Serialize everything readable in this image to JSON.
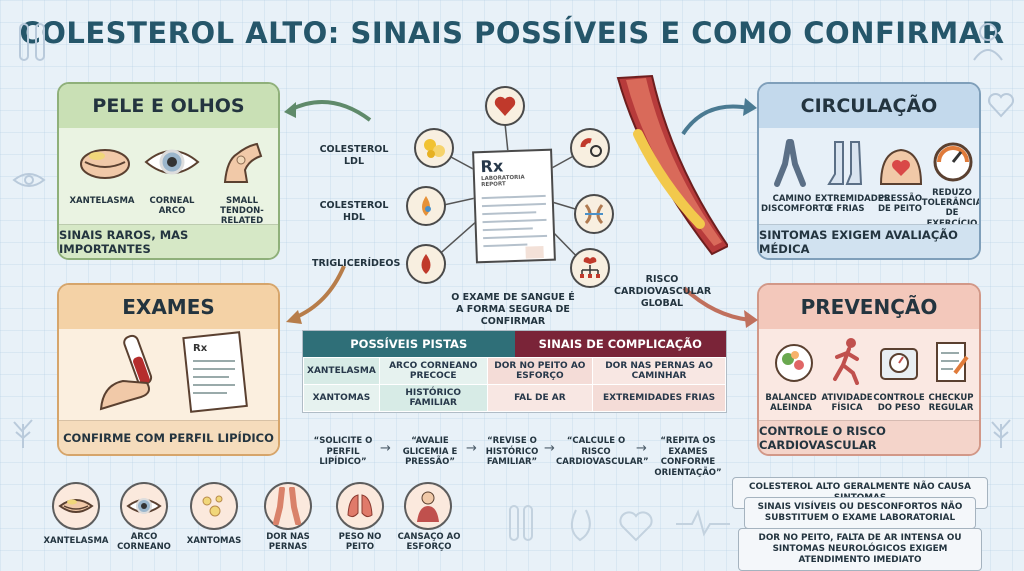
{
  "title": "COLESTEROL ALTO: SINAIS POSSÍVEIS E COMO CONFIRMAR",
  "skin": {
    "heading": "PELE E OLHOS",
    "items": [
      "XANTELASMA",
      "CORNEAL ARCO",
      "SMALL TENDON-RELATED NODULES"
    ],
    "footer": "SINAIS RAROS, MAS IMPORTANTES"
  },
  "circulation": {
    "heading": "CIRCULAÇÃO",
    "items": [
      "CAMINO DISCOMFORTO",
      "EXTREMIDADES E FRIAS",
      "PRESSÃO DE PEITO",
      "REDUZO TOLERÂNCIA DE EXERCÍCIO"
    ],
    "footer": "SINTOMAS EXIGEM AVALIAÇÃO MÉDICA"
  },
  "exams": {
    "heading": "EXAMES",
    "footer": "CONFIRME COM PERFIL LIPÍDICO"
  },
  "prevention": {
    "heading": "PREVENÇÃO",
    "items": [
      "BALANCED ALEINDA",
      "ATIVIDADE FÍSICA",
      "CONTROLE DO PESO",
      "CHECKUP REGULAR"
    ],
    "footer": "CONTROLE O RISCO CARDIOVASCULAR"
  },
  "center": {
    "labels": [
      "COLESTEROL LDL",
      "COLESTEROL HDL",
      "TRIGLICERÍDEOS",
      "RISCO CARDIOVASCULAR GLOBAL"
    ],
    "caption": "O EXAME DE SANGUE É A FORMA SEGURA DE CONFIRMAR",
    "rx": "Rx",
    "report": "LABORATORIA REPORT"
  },
  "table": {
    "headers": [
      "POSSÍVEIS PISTAS",
      "SINAIS DE COMPLICAÇÃO"
    ],
    "rows": [
      [
        "XANTELASMA",
        "ARCO CORNEANO PRECOCE",
        "DOR NO PEITO AO ESFORÇO",
        "DOR NAS PERNAS AO CAMINHAR"
      ],
      [
        "XANTOMAS",
        "HISTÓRICO FAMILIAR",
        "FAL DE AR",
        "EXTREMIDADES FRIAS"
      ]
    ]
  },
  "steps": [
    "“SOLICITE O PERFIL LIPÍDICO”",
    "“AVALIE GLICEMIA E PRESSÃO”",
    "“REVISE O HISTÓRICO FAMILIAR”",
    "“CALCULE O RISCO CARDIOVASCULAR”",
    "“REPITA OS EXAMES CONFORME ORIENTAÇÃO”"
  ],
  "bottom_icons": [
    "XANTELASMA",
    "ARCO CORNEANO",
    "XANTOMAS",
    "DOR NAS PERNAS",
    "PESO NO PEITO",
    "CANSAÇO AO ESFORÇO"
  ],
  "notes": [
    "COLESTEROL ALTO GERALMENTE NÃO CAUSA SINTOMAS",
    "SINAIS VISÍVEIS OU DESCONFORTOS NÃO SUBSTITUEM O EXAME LABORATORIAL",
    "DOR NO PEITO, FALTA DE AR INTENSA OU SINTOMAS NEUROLÓGICOS EXIGEM ATENDIMENTO IMEDIATO"
  ],
  "colors": {
    "green": "#c9e0b5",
    "blue": "#c3d9ec",
    "orange": "#f4d2a6",
    "pink": "#f3c8bb",
    "teal": "#2f6f78",
    "maroon": "#7a2438"
  }
}
